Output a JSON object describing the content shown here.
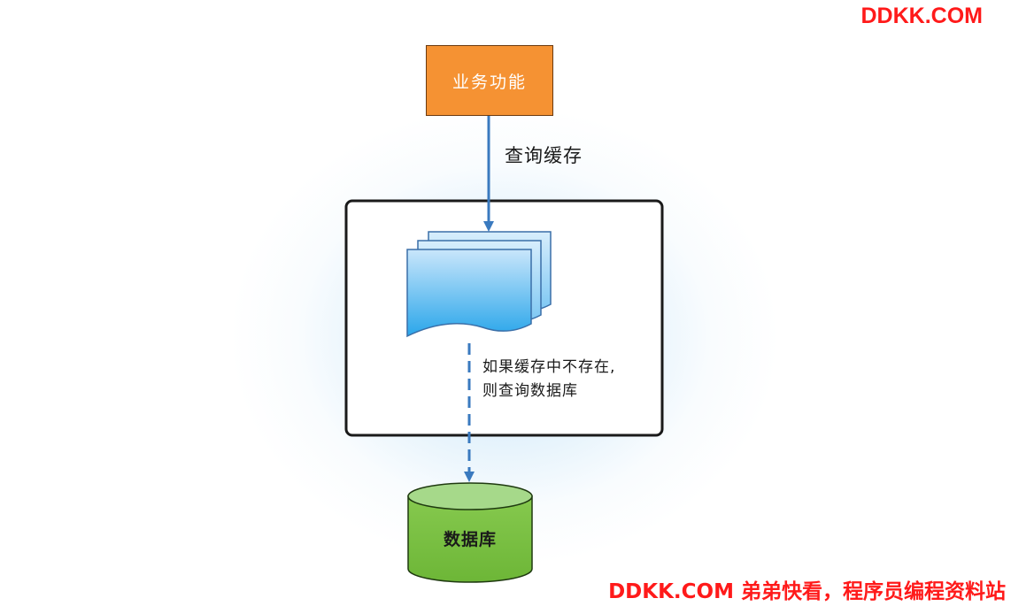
{
  "watermark": {
    "top": "DDKK.COM",
    "bottom": "DDKK.COM 弟弟快看，程序员编程资料站"
  },
  "nodes": {
    "business": "业务功能",
    "database": "数据库"
  },
  "edges": {
    "query_cache": "查询缓存",
    "cache_miss_line1": "如果缓存中不存在,",
    "cache_miss_line2": "则查询数据库"
  },
  "colors": {
    "business_fill": "#f59233",
    "arrow": "#3a7abf",
    "cache_doc": "#5fb8f0",
    "database_fill": "#7cc242",
    "watermark": "#ff1a1a"
  },
  "icons": {
    "cache": "document-stack-icon",
    "database": "database-cylinder-icon"
  }
}
